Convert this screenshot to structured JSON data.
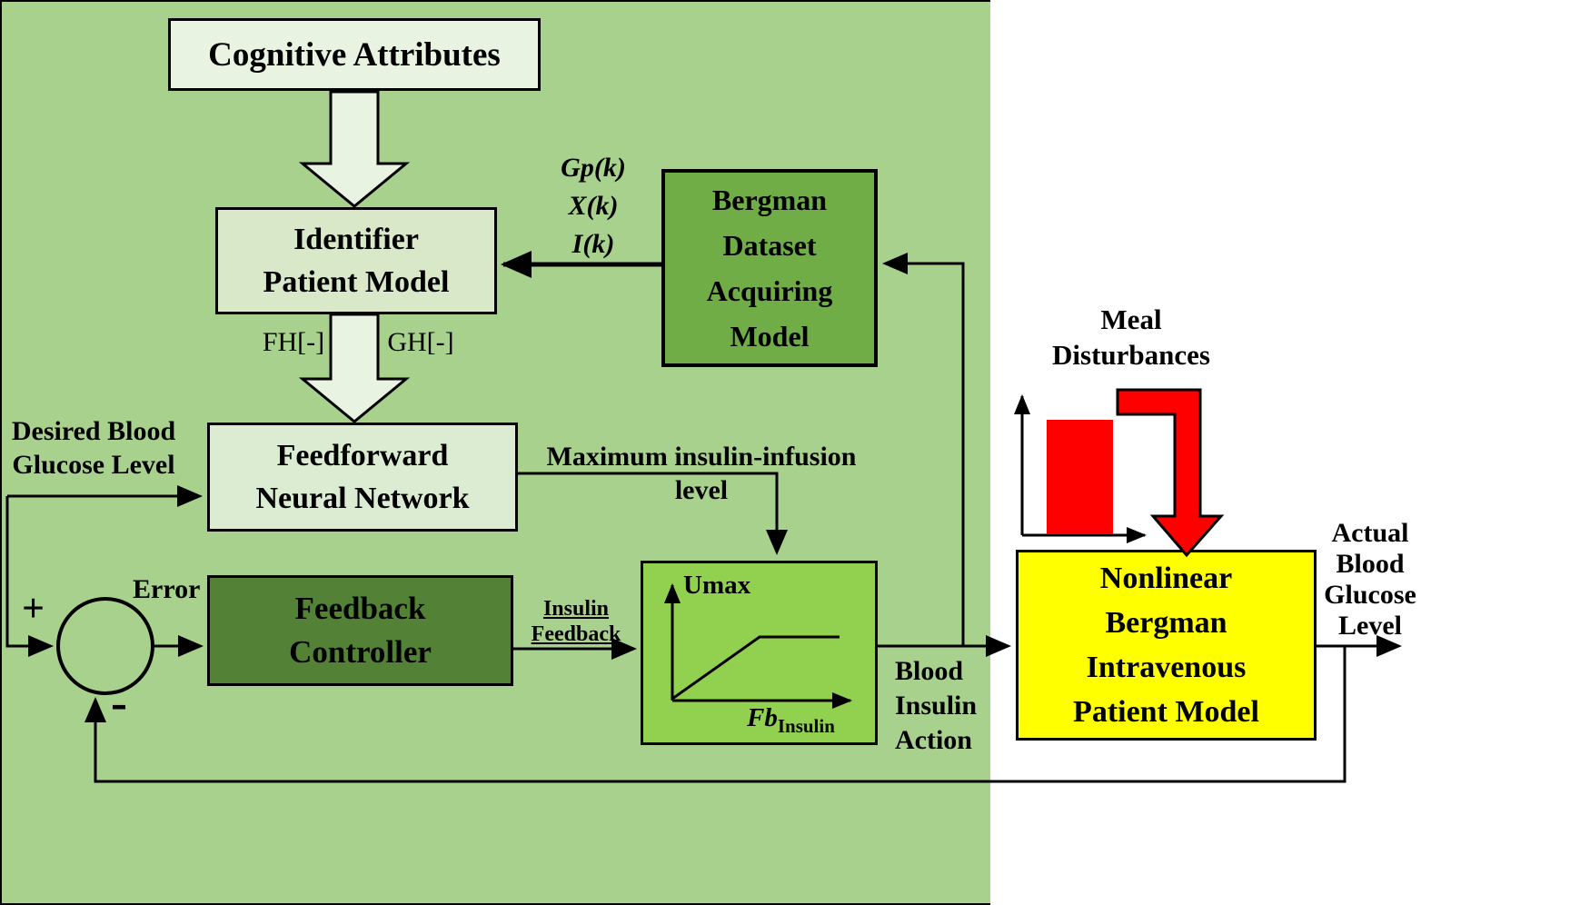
{
  "colors": {
    "background_green": "#a9d18e",
    "box_light": "#e9f3e1",
    "box_light2": "#d8e8c8",
    "box_medium_green": "#70ad47",
    "box_dark_green": "#538135",
    "box_bright_green": "#92d050",
    "box_yellow": "#ffff00",
    "accent_red": "#ff0000"
  },
  "boxes": {
    "cognitive_attributes": {
      "label": "Cognitive Attributes"
    },
    "identifier_patient_model": {
      "lines": [
        "Identifier",
        "Patient Model"
      ]
    },
    "bergman_dataset": {
      "lines": [
        "Bergman",
        "Dataset",
        "Acquiring",
        "Model"
      ]
    },
    "feedforward_nn": {
      "lines": [
        "Feedforward",
        "Neural Network"
      ]
    },
    "feedback_controller": {
      "lines": [
        "Feedback",
        "Controller"
      ]
    },
    "nonlinear_bergman": {
      "lines": [
        "Nonlinear",
        "Bergman",
        "Intravenous",
        "Patient Model"
      ]
    }
  },
  "labels": {
    "gp": "Gp(k)",
    "xk": "X(k)",
    "ik": "I(k)",
    "fh": "FH[-]",
    "gh": "GH[-]",
    "desired": [
      "Desired Blood",
      "Glucose Level"
    ],
    "max_insulin": [
      "Maximum insulin-infusion",
      "level"
    ],
    "error": "Error",
    "plus": "+",
    "minus": "-",
    "insulin_feedback": [
      "Insulin",
      "Feedback"
    ],
    "umax": "Umax",
    "fb": "Fb",
    "fb_sub": "Insulin",
    "blood_insulin_action": [
      "Blood",
      "Insulin",
      "Action"
    ],
    "meal_disturbances": [
      "Meal",
      "Disturbances"
    ],
    "actual": [
      "Actual",
      "Blood",
      "Glucose",
      "Level"
    ]
  }
}
